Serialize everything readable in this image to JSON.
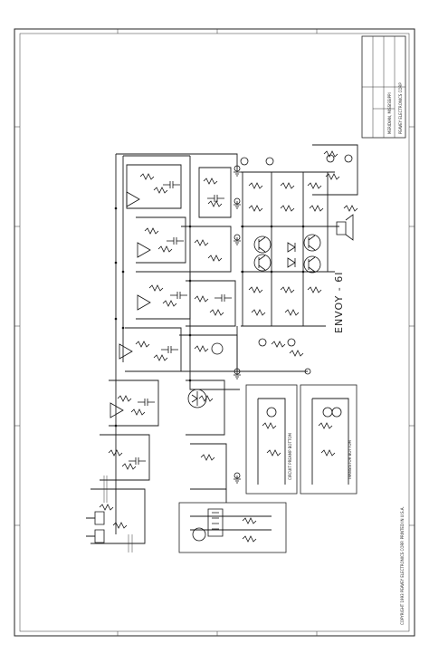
{
  "drawing": {
    "model_title": "ENVOY - 6I",
    "manufacturer": "PEAVEY ELECTRONICS CORP",
    "location": "MERIDIAN, MISSISSIPPI",
    "copyright": "COPYRIGHT 1993 PEAVEY ELECTRONICS CORP.   PRINTED IN U.S.A.",
    "inset_left_label": "CIRCUIT PREAMP BOTTOM",
    "inset_right_label": "TRANSISTOR BOTTOM"
  }
}
